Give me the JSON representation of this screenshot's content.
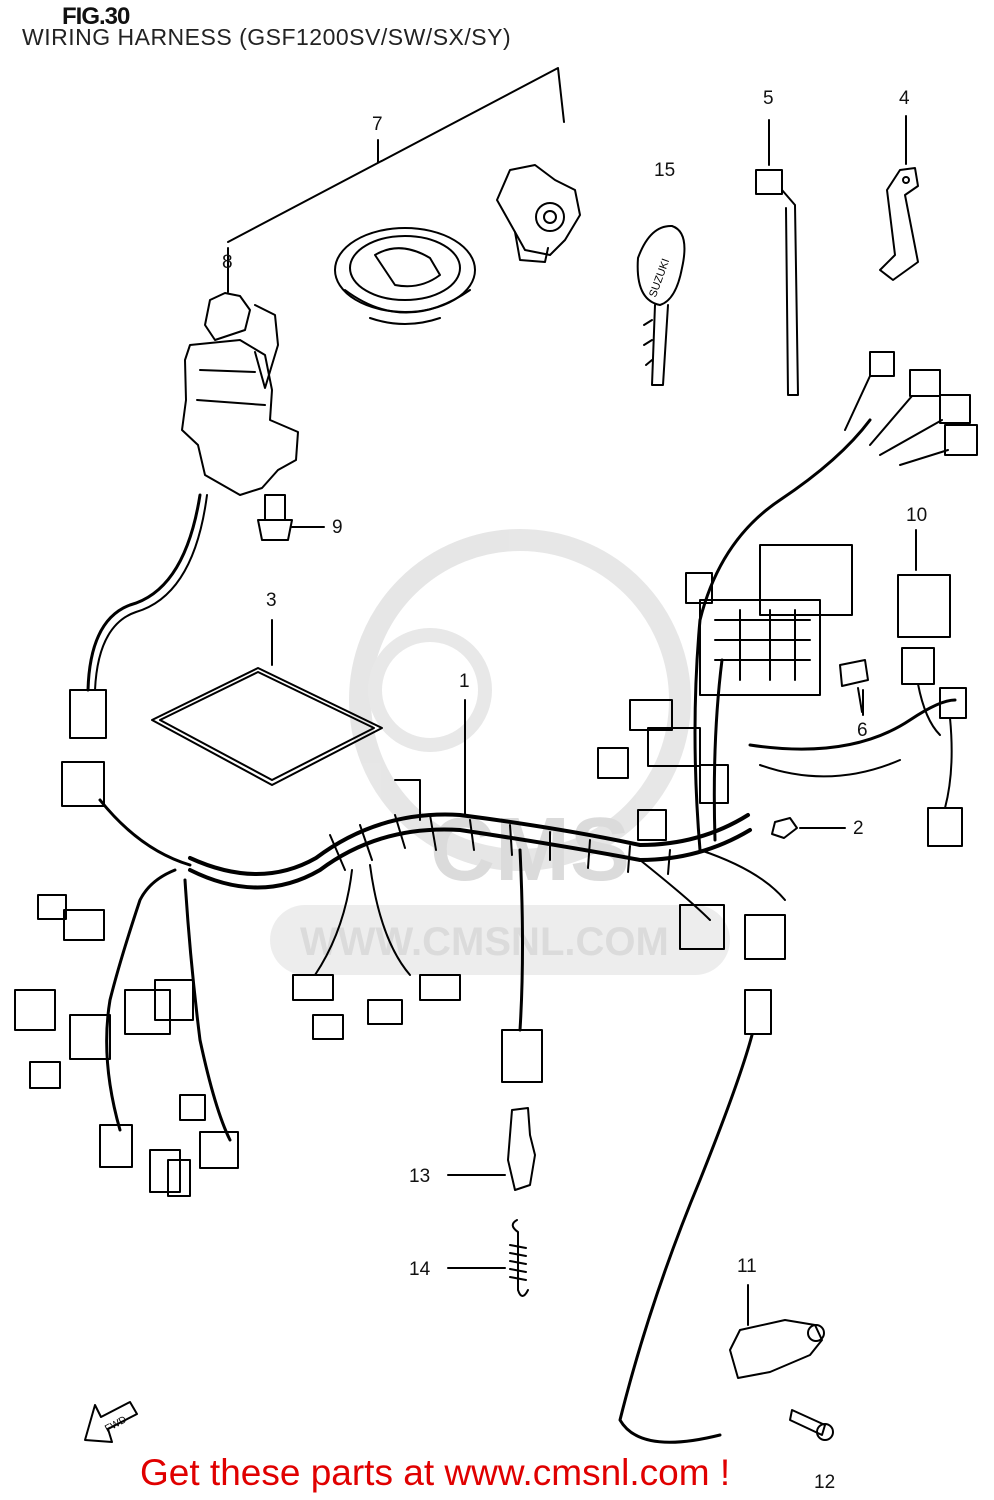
{
  "figure": {
    "title": "FIG.30",
    "subtitle": "WIRING HARNESS (GSF1200SV/SW/SX/SY)"
  },
  "callouts": [
    {
      "id": "1",
      "label": "1"
    },
    {
      "id": "2",
      "label": "2"
    },
    {
      "id": "3",
      "label": "3"
    },
    {
      "id": "4",
      "label": "4"
    },
    {
      "id": "5",
      "label": "5"
    },
    {
      "id": "6",
      "label": "6"
    },
    {
      "id": "7",
      "label": "7"
    },
    {
      "id": "8",
      "label": "8"
    },
    {
      "id": "9",
      "label": "9"
    },
    {
      "id": "10",
      "label": "10"
    },
    {
      "id": "11",
      "label": "11"
    },
    {
      "id": "12",
      "label": "12"
    },
    {
      "id": "13",
      "label": "13"
    },
    {
      "id": "14",
      "label": "14"
    },
    {
      "id": "15",
      "label": "15"
    }
  ],
  "parts": {
    "key_brand": "SUZUKI",
    "direction_marker": "FWD"
  },
  "watermark": {
    "brand": "CMS",
    "url": "WWW.CMSNL.COM"
  },
  "footer": {
    "text": "Get these parts at www.cmsnl.com !"
  }
}
